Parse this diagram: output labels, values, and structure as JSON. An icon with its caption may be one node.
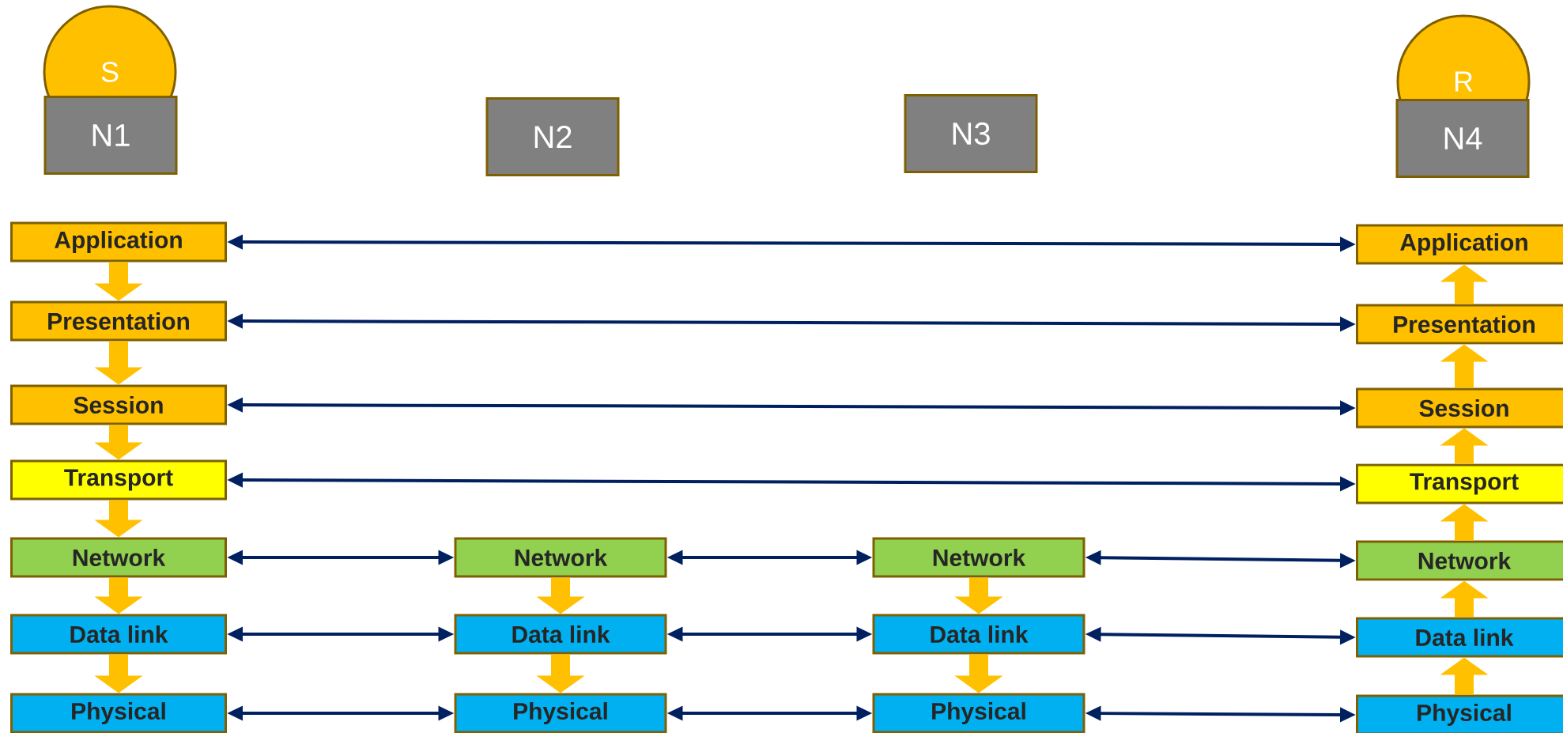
{
  "diagram": {
    "nodes": [
      {
        "text": [
          "S"
        ]
      },
      {
        "text": [
          "N1"
        ]
      },
      {
        "text": [
          "N2"
        ]
      },
      {
        "text": [
          "N3"
        ]
      },
      {
        "text": [
          "R"
        ]
      },
      {
        "text": [
          "N4"
        ]
      },
      {
        "text": [
          "Application"
        ]
      },
      {
        "text": [
          "Presentation"
        ]
      },
      {
        "text": [
          "Session"
        ]
      },
      {
        "text": [
          "Transport"
        ]
      },
      {
        "text": [
          "Network"
        ]
      },
      {
        "text": [
          "Data link"
        ]
      },
      {
        "text": [
          "Physical"
        ]
      },
      {
        "text": [
          "Network"
        ]
      },
      {
        "text": [
          "Data link"
        ]
      },
      {
        "text": [
          "Physical"
        ]
      },
      {
        "text": [
          "Network"
        ]
      },
      {
        "text": [
          "Data link"
        ]
      },
      {
        "text": [
          "Physical"
        ]
      },
      {
        "text": [
          "Application"
        ]
      },
      {
        "text": [
          "Presentation"
        ]
      },
      {
        "text": [
          "Session"
        ]
      },
      {
        "text": [
          "Transport"
        ]
      },
      {
        "text": [
          "Network"
        ]
      },
      {
        "text": [
          "Data link"
        ]
      },
      {
        "text": [
          "Physical"
        ]
      }
    ],
    "edges": [
      {
        "from": 6,
        "to": 19,
        "arrow": "both",
        "color": "#002060"
      },
      {
        "from": 7,
        "to": 20,
        "arrow": "both",
        "color": "#002060"
      },
      {
        "from": 8,
        "to": 21,
        "arrow": "both",
        "color": "#002060"
      },
      {
        "from": 9,
        "to": 22,
        "arrow": "both",
        "color": "#002060"
      },
      {
        "from": 10,
        "to": 13,
        "arrow": "both",
        "color": "#002060"
      },
      {
        "from": 13,
        "to": 16,
        "arrow": "both",
        "color": "#002060"
      },
      {
        "from": 16,
        "to": 23,
        "arrow": "both",
        "color": "#002060"
      },
      {
        "from": 11,
        "to": 14,
        "arrow": "both",
        "color": "#002060"
      },
      {
        "from": 14,
        "to": 17,
        "arrow": "both",
        "color": "#002060"
      },
      {
        "from": 17,
        "to": 24,
        "arrow": "both",
        "color": "#002060"
      },
      {
        "from": 12,
        "to": 15,
        "arrow": "both",
        "color": "#002060"
      },
      {
        "from": 15,
        "to": 18,
        "arrow": "both",
        "color": "#002060"
      },
      {
        "from": 18,
        "to": 25,
        "arrow": "both",
        "color": "#002060"
      },
      {
        "from": 6,
        "to": 7,
        "arrow": "to"
      },
      {
        "from": 7,
        "to": 8,
        "arrow": "to"
      },
      {
        "from": 8,
        "to": 9,
        "arrow": "to"
      },
      {
        "from": 9,
        "to": 10,
        "arrow": "to"
      },
      {
        "from": 10,
        "to": 11,
        "arrow": "to"
      },
      {
        "from": 11,
        "to": 12,
        "arrow": "to"
      },
      {
        "from": 13,
        "to": 14,
        "arrow": "to"
      },
      {
        "from": 14,
        "to": 15,
        "arrow": "to"
      },
      {
        "from": 16,
        "to": 17,
        "arrow": "to"
      },
      {
        "from": 17,
        "to": 18,
        "arrow": "to"
      },
      {
        "from": 25,
        "to": 24,
        "arrow": "to"
      },
      {
        "from": 24,
        "to": 23,
        "arrow": "to"
      },
      {
        "from": 23,
        "to": 22,
        "arrow": "to"
      },
      {
        "from": 22,
        "to": 21,
        "arrow": "to"
      },
      {
        "from": 21,
        "to": 20,
        "arrow": "to"
      },
      {
        "from": 20,
        "to": 19,
        "arrow": "to"
      }
    ]
  }
}
